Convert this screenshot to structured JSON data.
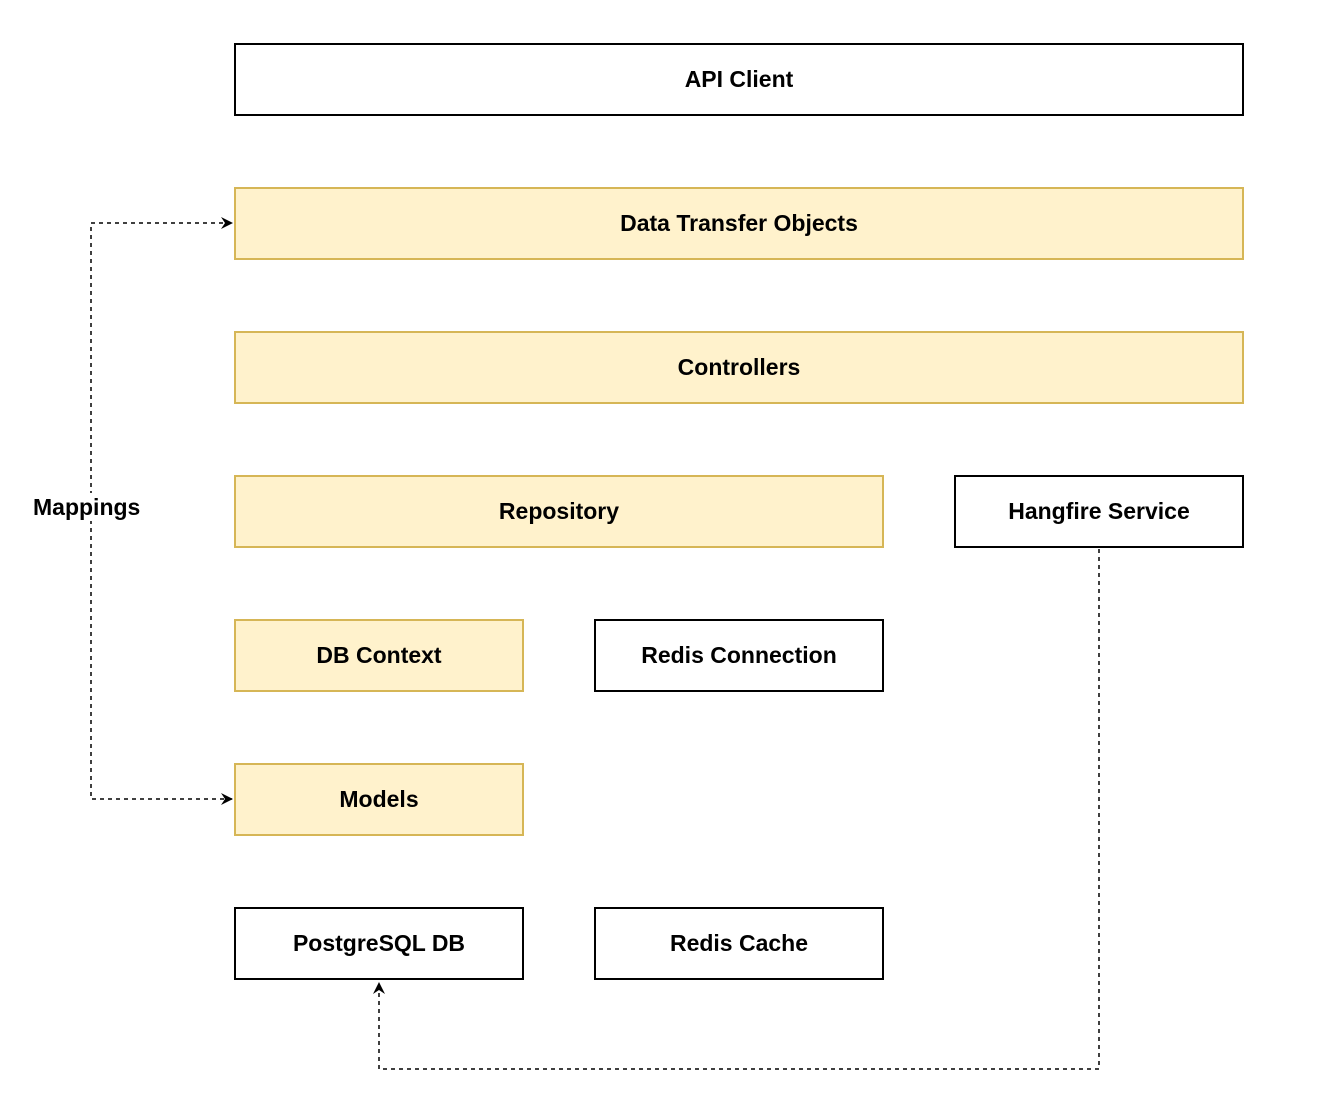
{
  "colors": {
    "layer_fill": "#fff2cc",
    "layer_stroke": "#d6b656",
    "plain_fill": "#ffffff",
    "plain_stroke": "#000000",
    "text": "#000000"
  },
  "boxes": {
    "api_client": "API Client",
    "dto": "Data Transfer Objects",
    "controllers": "Controllers",
    "repository": "Repository",
    "hangfire": "Hangfire Service",
    "db_context": "DB Context",
    "redis_connection": "Redis Connection",
    "models": "Models",
    "postgres": "PostgreSQL DB",
    "redis_cache": "Redis Cache"
  },
  "edges": {
    "mappings_label": "Mappings"
  }
}
